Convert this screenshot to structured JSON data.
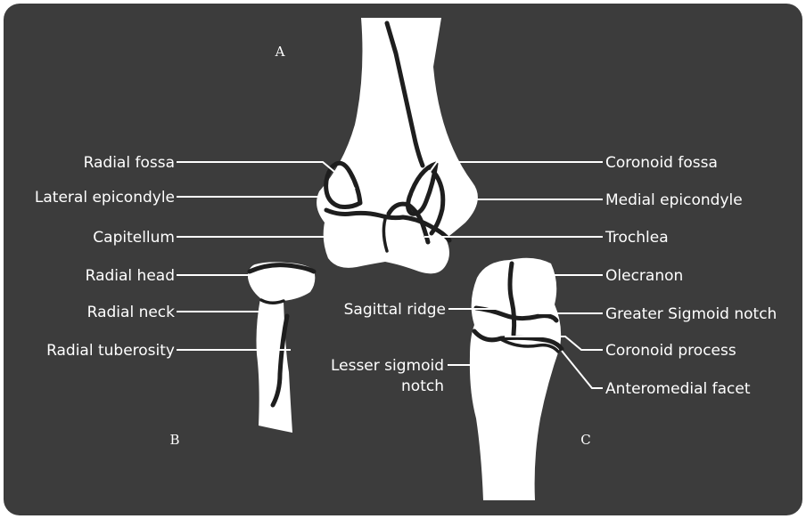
{
  "colors": {
    "background": "#3c3c3c",
    "bone": "#ffffff",
    "outline": "#1e1e1e",
    "text": "#ffffff"
  },
  "panels": {
    "a": "A",
    "b": "B",
    "c": "C"
  },
  "labels": {
    "radial_fossa": "Radial fossa",
    "lateral_epicondyle": "Lateral epicondyle",
    "capitellum": "Capitellum",
    "radial_head": "Radial head",
    "radial_neck": "Radial neck",
    "radial_tuberosity": "Radial tuberosity",
    "coronoid_fossa": "Coronoid fossa",
    "medial_epicondyle": "Medial epicondyle",
    "trochlea": "Trochlea",
    "olecranon": "Olecranon",
    "sagittal_ridge": "Sagittal ridge",
    "greater_sigmoid_notch": "Greater Sigmoid notch",
    "coronoid_process": "Coronoid process",
    "lesser_sigmoid_notch_line1": "Lesser sigmoid",
    "lesser_sigmoid_notch_line2": "notch",
    "anteromedial_facet": "Anteromedial facet"
  }
}
